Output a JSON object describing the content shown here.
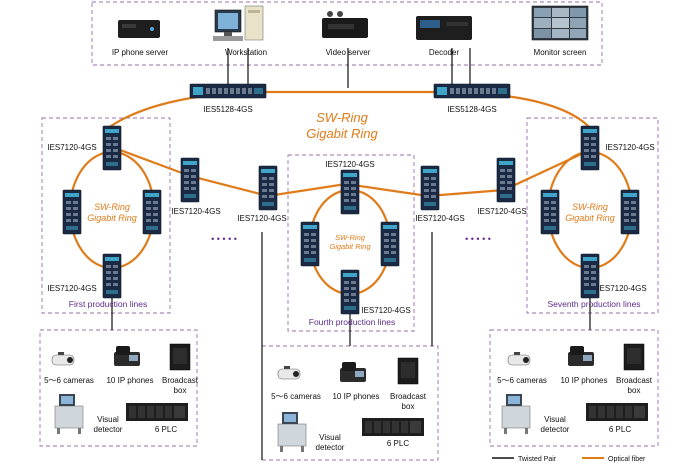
{
  "top_devices": [
    {
      "name": "ip-phone-server",
      "label": "IP phone server",
      "icon": "server-box-icon"
    },
    {
      "name": "workstation",
      "label": "Workstation",
      "icon": "workstation-icon"
    },
    {
      "name": "video-server",
      "label": "Video server",
      "icon": "video-server-icon"
    },
    {
      "name": "decoder",
      "label": "Decoder",
      "icon": "decoder-icon"
    },
    {
      "name": "monitor-screen",
      "label": "Monitor screen",
      "icon": "monitor-icon"
    }
  ],
  "core_switches": {
    "left": "IES5128-4GS",
    "right": "IES5128-4GS"
  },
  "main_ring": {
    "line1": "SW-Ring",
    "line2": "Gigabit Ring"
  },
  "sub_ring": {
    "line1": "SW-Ring",
    "line2": "Gigabit Ring"
  },
  "switch_label": "IES7120-4GS",
  "production_lines": {
    "first": "First production lines",
    "fourth": "Fourth production lines",
    "seventh": "Seventh production lines"
  },
  "ellipsis": "• • • • •",
  "field_devices": {
    "cameras": "5～6 cameras",
    "phones": "10 IP phones",
    "broadcast_line1": "Broadcast",
    "broadcast_line2": "box",
    "visual_line1": "Visual",
    "visual_line2": "detector",
    "plc": "6 PLC"
  },
  "legend": {
    "twisted": "Twisted Pair",
    "fiber": "Optical fiber"
  },
  "colors": {
    "fiber": "#e07b1a",
    "twisted": "#111111",
    "group_border": "#9b6fae",
    "ring_text": "#e07b1a",
    "group_text": "#5b2d8a"
  }
}
